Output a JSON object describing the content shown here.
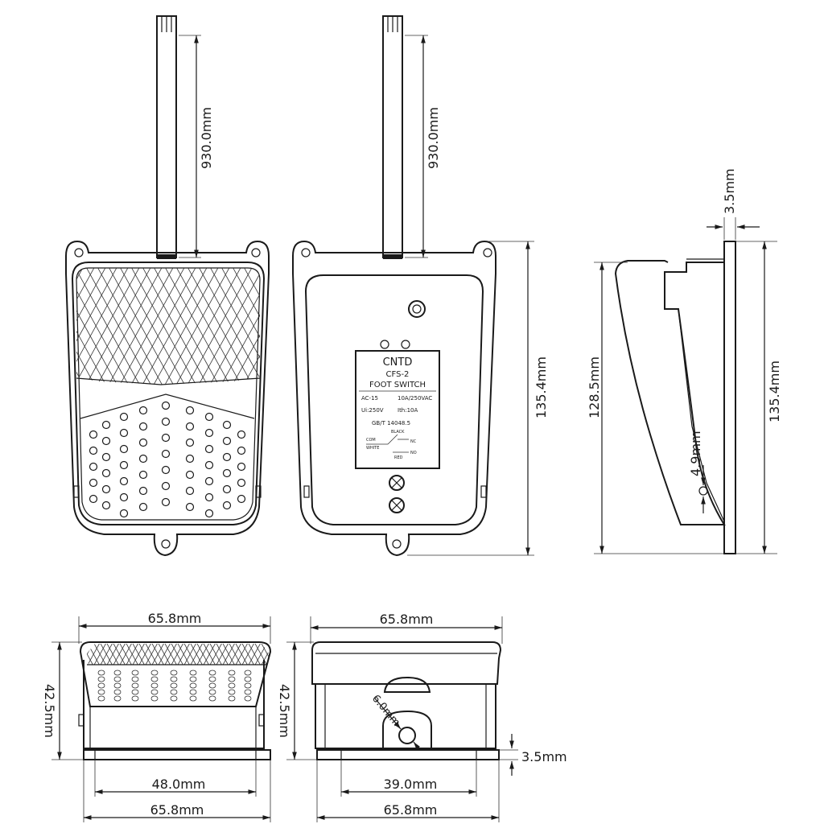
{
  "dimensions": {
    "cable_length_front": "930.0mm",
    "cable_length_back": "930.0mm",
    "height_back": "135.4mm",
    "side_top_thickness": "3.5mm",
    "side_height_short": "128.5mm",
    "side_height_full": "135.4mm",
    "side_hole": "4.9mm",
    "front_top_width": "65.8mm",
    "front_height": "42.5mm",
    "front_inner_width": "48.0mm",
    "front_base_width": "65.8mm",
    "rear_top_width": "65.8mm",
    "rear_height": "42.5mm",
    "rear_hole": "6.0mm",
    "rear_base_thickness": "3.5mm",
    "rear_inner_width": "39.0mm",
    "rear_base_width": "65.8mm"
  },
  "label": {
    "brand": "CNTD",
    "model": "CFS-2",
    "product": "FOOT SWITCH",
    "util_cat": "AC-15",
    "rating": "10A/250VAC",
    "ui": "Ui:250V",
    "ith": "Ith:10A",
    "standard": "GB/T 14048.5",
    "wire_black": "BLACK",
    "wire_com": "COM",
    "wire_white": "WHITE",
    "wire_nc": "NC",
    "wire_no": "NO",
    "wire_red": "RED"
  }
}
